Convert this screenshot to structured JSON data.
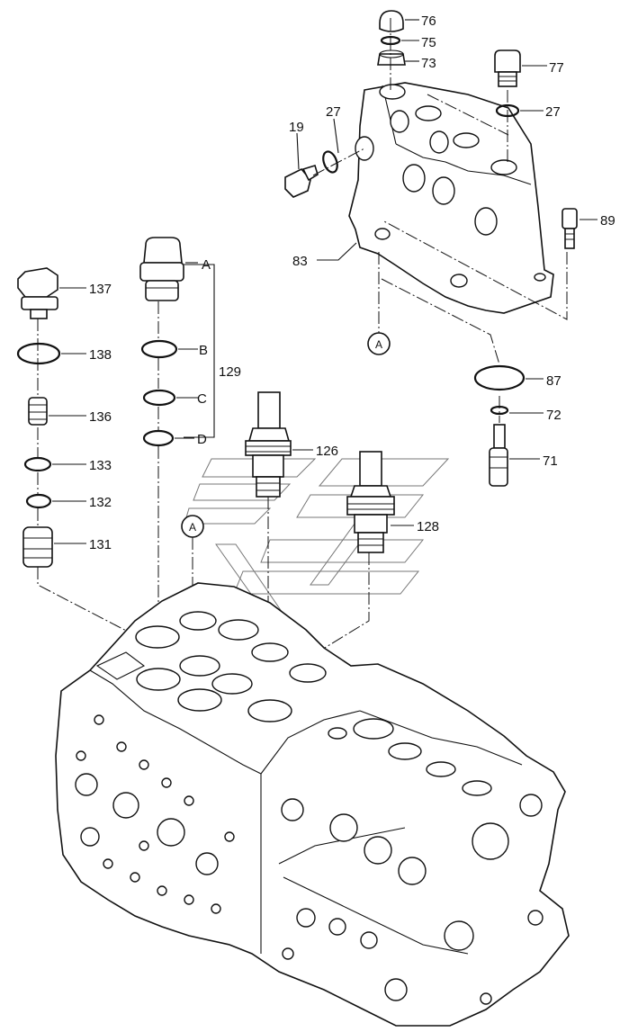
{
  "labels": {
    "p76": "76",
    "p75": "75",
    "p73": "73",
    "p77": "77",
    "p27a": "27",
    "p27b": "27",
    "p19": "19",
    "p89": "89",
    "p83": "83",
    "p87": "87",
    "p72": "72",
    "p71": "71",
    "p137": "137",
    "p138": "138",
    "p136": "136",
    "p133": "133",
    "p132": "132",
    "p131": "131",
    "pA": "A",
    "pB": "B",
    "pC": "C",
    "pD": "D",
    "p129": "129",
    "p126": "126",
    "p128": "128",
    "calloutA1": "A",
    "calloutA2": "A"
  }
}
